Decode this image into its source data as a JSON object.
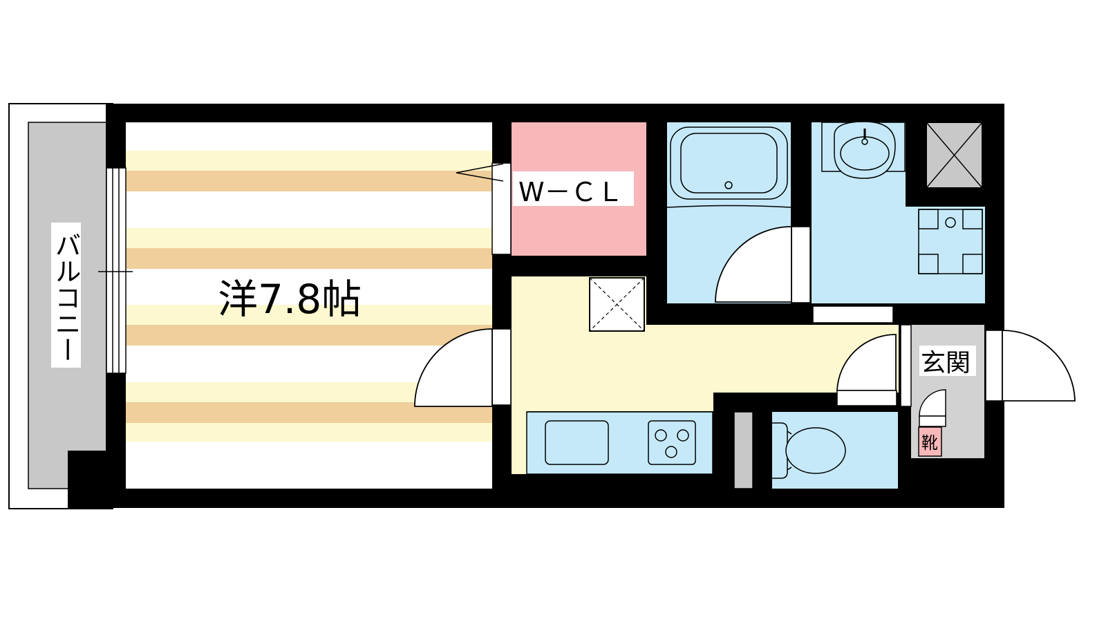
{
  "rooms": {
    "western_room": "洋7.8帖",
    "walk_in_closet": "W－ＣＬ",
    "balcony": "バルコニー",
    "entrance": "玄関",
    "shoe_box": "靴"
  },
  "colors": {
    "wall": "#000000",
    "floor_stripe_light": "#fdf8cf",
    "floor_stripe_dark": "#f0cf9c",
    "closet": "#f8b7b9",
    "wet_area": "#c5e9f8",
    "kitchen_floor": "#fdf8cf",
    "balcony": "#c8c8c8",
    "entrance": "#d2d2d2",
    "shoe_box": "#f8b7b9"
  }
}
